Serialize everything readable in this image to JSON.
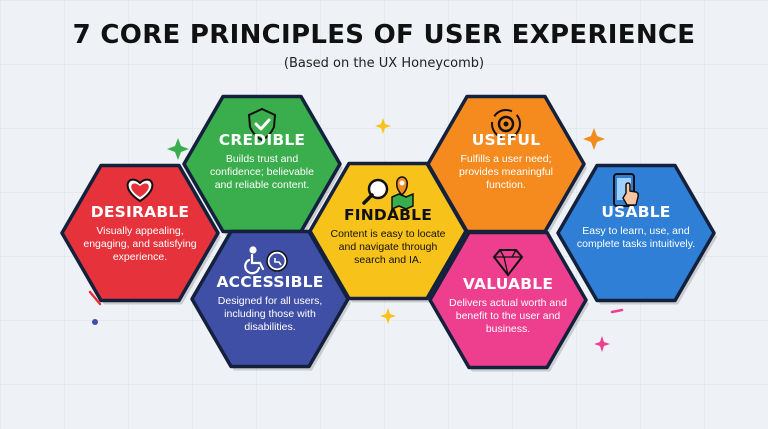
{
  "header": {
    "title": "7 CORE PRINCIPLES OF USER EXPERIENCE",
    "subtitle": "(Based on the UX Honeycomb)"
  },
  "principles": [
    {
      "key": "desirable",
      "title": "DESIRABLE",
      "description": "Visually appealing, engaging, and satisfying experience.",
      "color": "#e5323b",
      "icon": "heart-icon"
    },
    {
      "key": "credible",
      "title": "CREDIBLE",
      "description": "Builds trust and confidence; believable and reliable content.",
      "color": "#3aad4c",
      "icon": "shield-check-icon"
    },
    {
      "key": "accessible",
      "title": "ACCESSIBLE",
      "description": "Designed for all users, including those with disabilities.",
      "color": "#3f4fa6",
      "icon": "wheelchair-icon"
    },
    {
      "key": "findable",
      "title": "FINDABLE",
      "description": "Content is easy to locate and navigate through search and IA.",
      "color": "#f7c21a",
      "icon": "magnifier-map-icon"
    },
    {
      "key": "useful",
      "title": "USEFUL",
      "description": "Fulfills a user need; provides meaningful function.",
      "color": "#f58a1f",
      "icon": "gear-cycle-icon"
    },
    {
      "key": "valuable",
      "title": "VALUABLE",
      "description": "Delivers actual worth and benefit to the user and business.",
      "color": "#ee3f8f",
      "icon": "diamond-icon"
    },
    {
      "key": "usable",
      "title": "USABLE",
      "description": "Easy to learn, use, and complete tasks intuitively.",
      "color": "#2f7fd6",
      "icon": "phone-tap-icon"
    }
  ]
}
